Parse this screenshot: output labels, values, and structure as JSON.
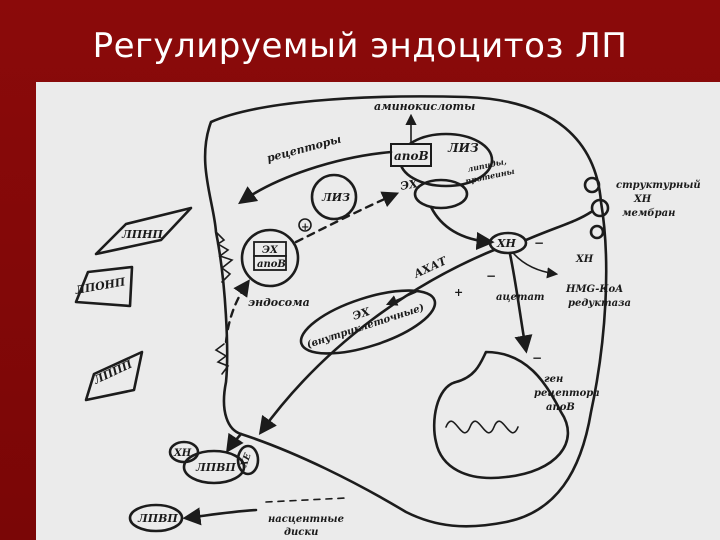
{
  "slide": {
    "title": "Регулируемый эндоцитоз ЛП"
  },
  "labels": {
    "aminoacids": "аминокислоты",
    "receptors": "рецепторы",
    "lysosome_top": "ЛИЗ",
    "apoB_top": "апоВ",
    "lipids_proteins_1": "липиды,",
    "lipids_proteins_2": "протеины",
    "ex_top": "ЭХ",
    "lysosome_mid": "ЛИЗ",
    "ex_endo": "ЭХ",
    "apoB_endo": "апоВ",
    "endosome": "эндосома",
    "xh_center": "ХН",
    "acat": "АХАТ",
    "xh_right": "ХН",
    "structural_1": "структурный",
    "structural_2": "ХН",
    "structural_3": "мембран",
    "hmg_1": "HMG-КоА",
    "hmg_2": "редуктаза",
    "acetate": "ацетат",
    "ex_intra_1": "ЭХ",
    "ex_intra_2": "(внутриклеточные)",
    "gene_1": "ген",
    "gene_2": "рецептора",
    "gene_3": "апоВ",
    "lpnp": "ЛПНП",
    "lponp": "ЛПОНП",
    "lppp": "ЛППП",
    "xh_bottom": "ХН",
    "xe_bottom": "ХЕ",
    "lpvp_1": "ЛПВП",
    "lpvp_2": "ЛПВП",
    "nascent_1": "насцентные",
    "nascent_2": "диски",
    "plus_1": "+",
    "plus_2": "+",
    "minus_1": "−",
    "minus_2": "−",
    "minus_3": "−"
  }
}
